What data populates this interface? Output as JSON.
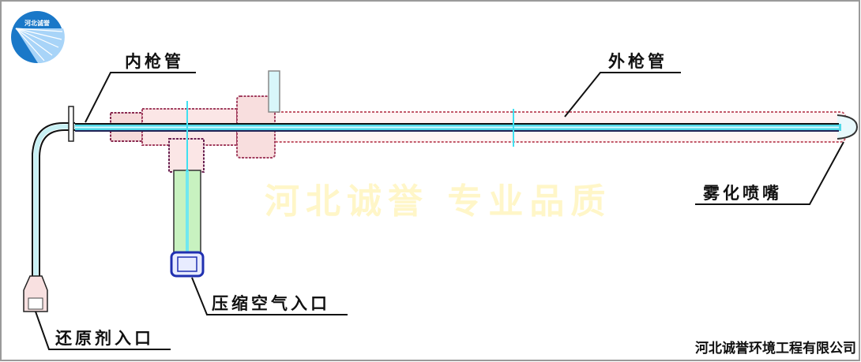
{
  "logo": {
    "text": "河北诚誉",
    "color": "#1a78c8"
  },
  "labels": {
    "inner_tube": "内枪管",
    "outer_tube": "外枪管",
    "nozzle": "雾化喷嘴",
    "air_inlet": "压缩空气入口",
    "reductant_inlet": "还原剂入口"
  },
  "watermark": "河北诚誉  专业品质",
  "company": "河北诚誉环境工程有限公司",
  "colors": {
    "outer_tube": "#d9a0a8",
    "inner_tube": "#40d8e8",
    "air_pipe": "#b8f0b0",
    "nut": "#2030b0",
    "frame": "#9a9a9a"
  }
}
